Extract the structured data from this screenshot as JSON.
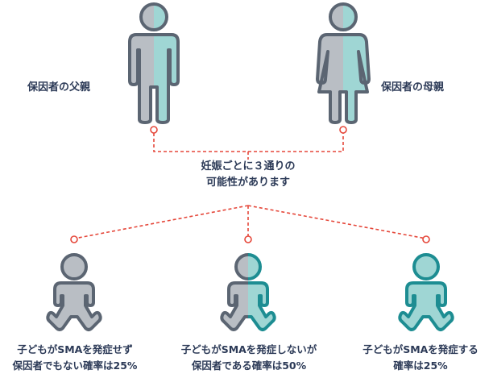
{
  "colors": {
    "outline": "#5b6572",
    "gray_fill": "#b9bec4",
    "teal_fill": "#9fd6d4",
    "teal_outline": "#1d8d92",
    "dash_line": "#e5473a",
    "text": "#2c3a57"
  },
  "parents": {
    "father": {
      "label": "保因者の父親",
      "icon": "male-person-icon",
      "carrier": true
    },
    "mother": {
      "label": "保因者の母親",
      "icon": "female-person-icon",
      "carrier": true
    }
  },
  "center": {
    "line1": "妊娠ごとに３通りの",
    "line2": "可能性があります"
  },
  "children": [
    {
      "line1": "子どもがSMAを発症せず",
      "line2": "保因者でもない確率は25%",
      "icon": "baby-icon",
      "status": "unaffected",
      "probability_percent": 25
    },
    {
      "line1": "子どもがSMAを発症しないが",
      "line2": "保因者である確率は50%",
      "icon": "baby-icon",
      "status": "carrier",
      "probability_percent": 50
    },
    {
      "line1": "子どもがSMAを発症する",
      "line2": "確率は25%",
      "icon": "baby-icon",
      "status": "affected",
      "probability_percent": 25
    }
  ]
}
